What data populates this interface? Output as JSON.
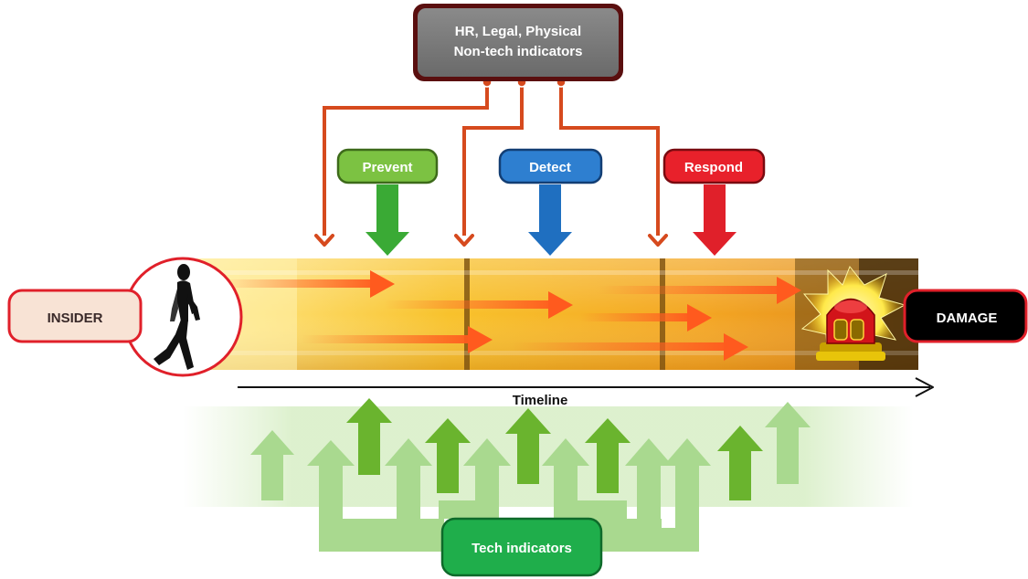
{
  "labels": {
    "nontech_line1": "HR, Legal, Physical",
    "nontech_line2": "Non-tech indicators",
    "prevent": "Prevent",
    "detect": "Detect",
    "respond": "Respond",
    "insider": "INSIDER",
    "damage": "DAMAGE",
    "timeline": "Timeline",
    "tech": "Tech indicators"
  },
  "colors": {
    "nontech_box": "#7a7a7a",
    "red_line": "#d64a1e",
    "prevent": "#7cc242",
    "detect": "#2e7fd0",
    "respond": "#e8212b",
    "insider_fill": "#f8e3d5",
    "damage_fill": "#000000",
    "tech_box": "#1fae4b",
    "tech_arrow_dark": "#6ab42e",
    "tech_arrow_light": "#a9d98f"
  }
}
